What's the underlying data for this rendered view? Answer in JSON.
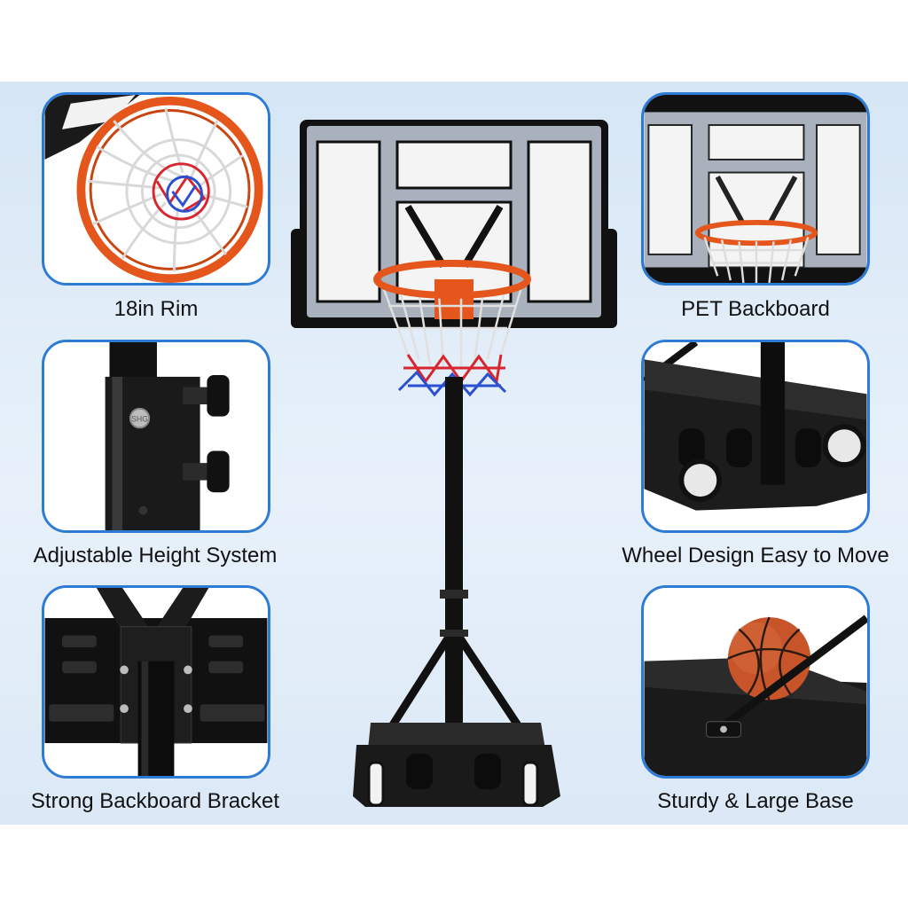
{
  "features": {
    "rim": "18in Rim",
    "backboard": "PET Backboard",
    "height": "Adjustable Height System",
    "wheels": "Wheel Design Easy to Move",
    "bracket": "Strong Backboard Bracket",
    "base": "Sturdy & Large Base"
  },
  "colors": {
    "accent_border": "#2e7bd6",
    "band_background": "#e2edf8",
    "rim_orange": "#e4561c"
  },
  "badge_text": "SHG"
}
